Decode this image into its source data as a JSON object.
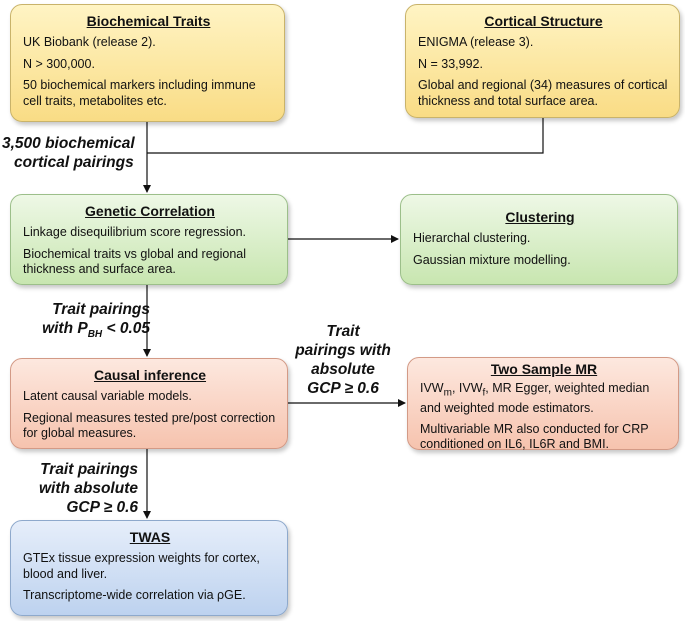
{
  "boxes": {
    "biochemical": {
      "title": "Biochemical Traits",
      "lines": [
        "UK Biobank (release 2).",
        "N > 300,000.",
        "50 biochemical markers including immune cell traits, metabolites etc."
      ]
    },
    "cortical": {
      "title": "Cortical Structure",
      "lines": [
        "ENIGMA (release 3).",
        "N = 33,992.",
        "Global and regional (34) measures of cortical thickness and total surface area."
      ]
    },
    "genetic": {
      "title": "Genetic Correlation",
      "lines": [
        "Linkage disequilibrium score regression.",
        "Biochemical traits vs global and regional thickness and surface area."
      ]
    },
    "clustering": {
      "title": "Clustering",
      "lines": [
        "Hierarchal clustering.",
        "Gaussian mixture modelling."
      ]
    },
    "causal": {
      "title": "Causal inference",
      "lines": [
        "Latent causal variable models.",
        "Regional measures tested pre/post correction for global measures."
      ]
    },
    "mr": {
      "title": "Two Sample MR",
      "line1": {
        "ivw": "IVW",
        "sub_m": "m",
        "sep": ", IVW",
        "sub_f": "f",
        "rest": ", MR Egger, weighted median and weighted mode estimators."
      },
      "line2": "Multivariable MR also conducted for CRP conditioned on IL6, IL6R and BMI."
    },
    "twas": {
      "title": "TWAS",
      "lines": [
        "GTEx tissue expression weights for cortex, blood and liver.",
        "Transcriptome-wide correlation via ρGE."
      ]
    }
  },
  "labels": {
    "pairings": [
      "3,500 biochemical",
      "cortical pairings"
    ],
    "pbh": {
      "line1": "Trait pairings",
      "prefix": "with P",
      "sub": "BH",
      "suffix": " < 0.05"
    },
    "gcp_right": [
      "Trait",
      "pairings with",
      "absolute",
      "GCP ≥ 0.6"
    ],
    "gcp_left": [
      "Trait pairings",
      "with absolute",
      "GCP ≥ 0.6"
    ]
  }
}
